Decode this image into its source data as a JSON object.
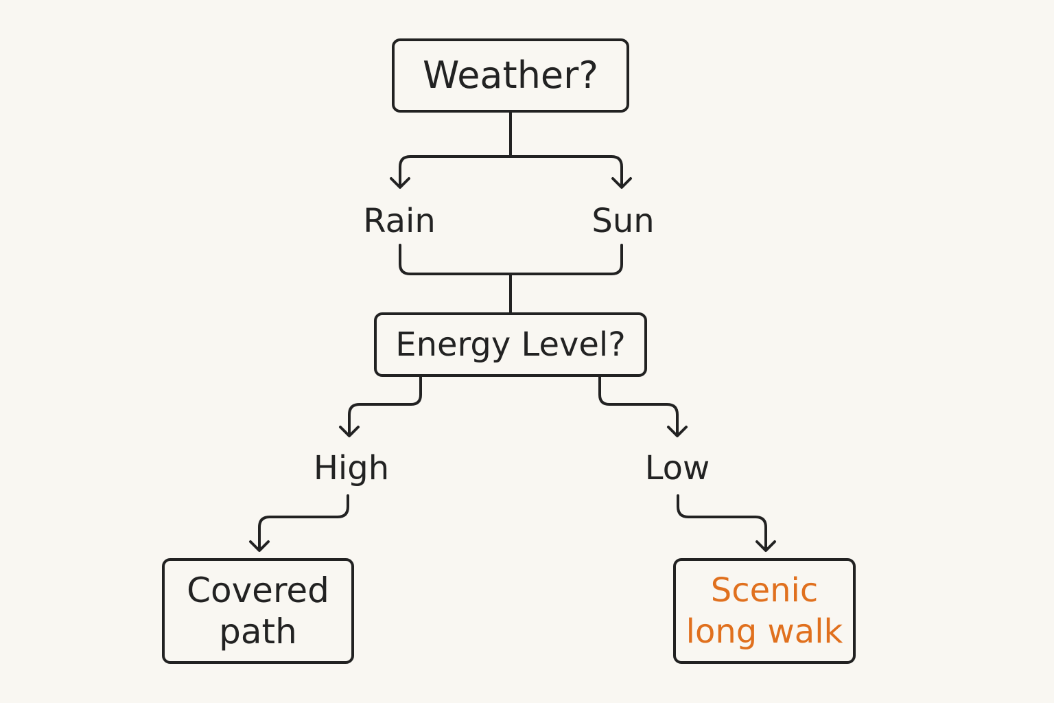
{
  "diagram": {
    "nodes": {
      "weather": {
        "text": "Weather?"
      },
      "energy": {
        "text": "Energy Level?"
      },
      "covered": {
        "text": "Covered\npath"
      },
      "scenic": {
        "text": "Scenic\nlong walk",
        "color": "#e0701e"
      }
    },
    "labels": {
      "rain": "Rain",
      "sun": "Sun",
      "high": "High",
      "low": "Low"
    },
    "colors": {
      "ink": "#222222",
      "accent": "#e0701e",
      "background": "#f9f7f2"
    }
  }
}
